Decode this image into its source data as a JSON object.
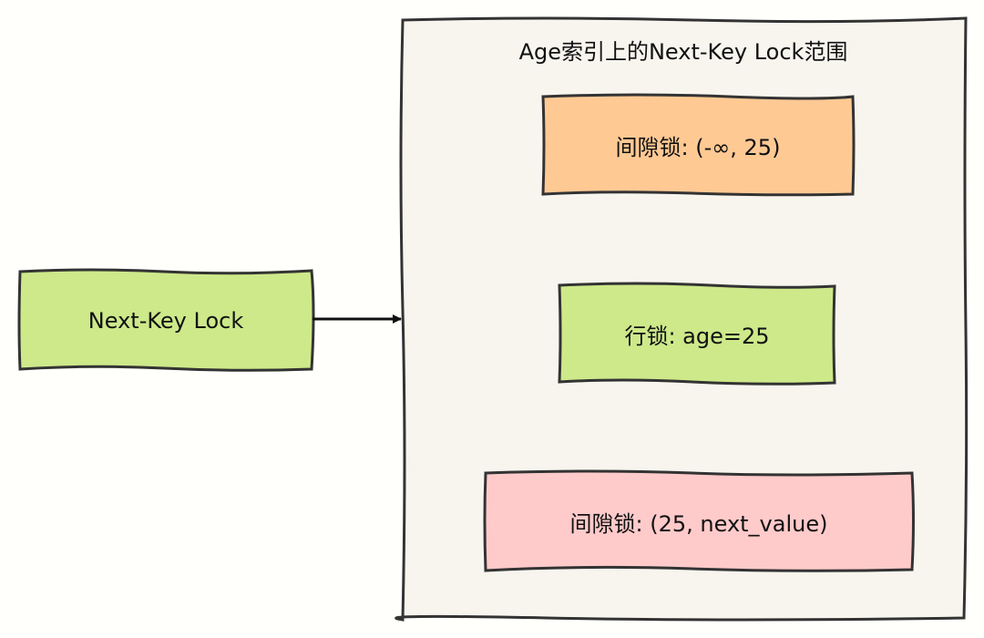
{
  "diagram": {
    "container": {
      "title": "Age索引上的Next-Key Lock范围",
      "fill": "#f8f5ef",
      "stroke": "#333333"
    },
    "source_node": {
      "label": "Next-Key Lock",
      "fill": "#cde98a"
    },
    "nodes": [
      {
        "id": "gap-lock-lower",
        "label": "间隙锁: (-∞, 25)",
        "fill": "#ffc994"
      },
      {
        "id": "row-lock",
        "label": "行锁: age=25",
        "fill": "#cde98a"
      },
      {
        "id": "gap-lock-upper",
        "label": "间隙锁: (25, next_value)",
        "fill": "#ffcaca"
      }
    ],
    "edges": [
      {
        "from": "Next-Key Lock",
        "to": "Age索引上的Next-Key Lock范围"
      }
    ]
  }
}
